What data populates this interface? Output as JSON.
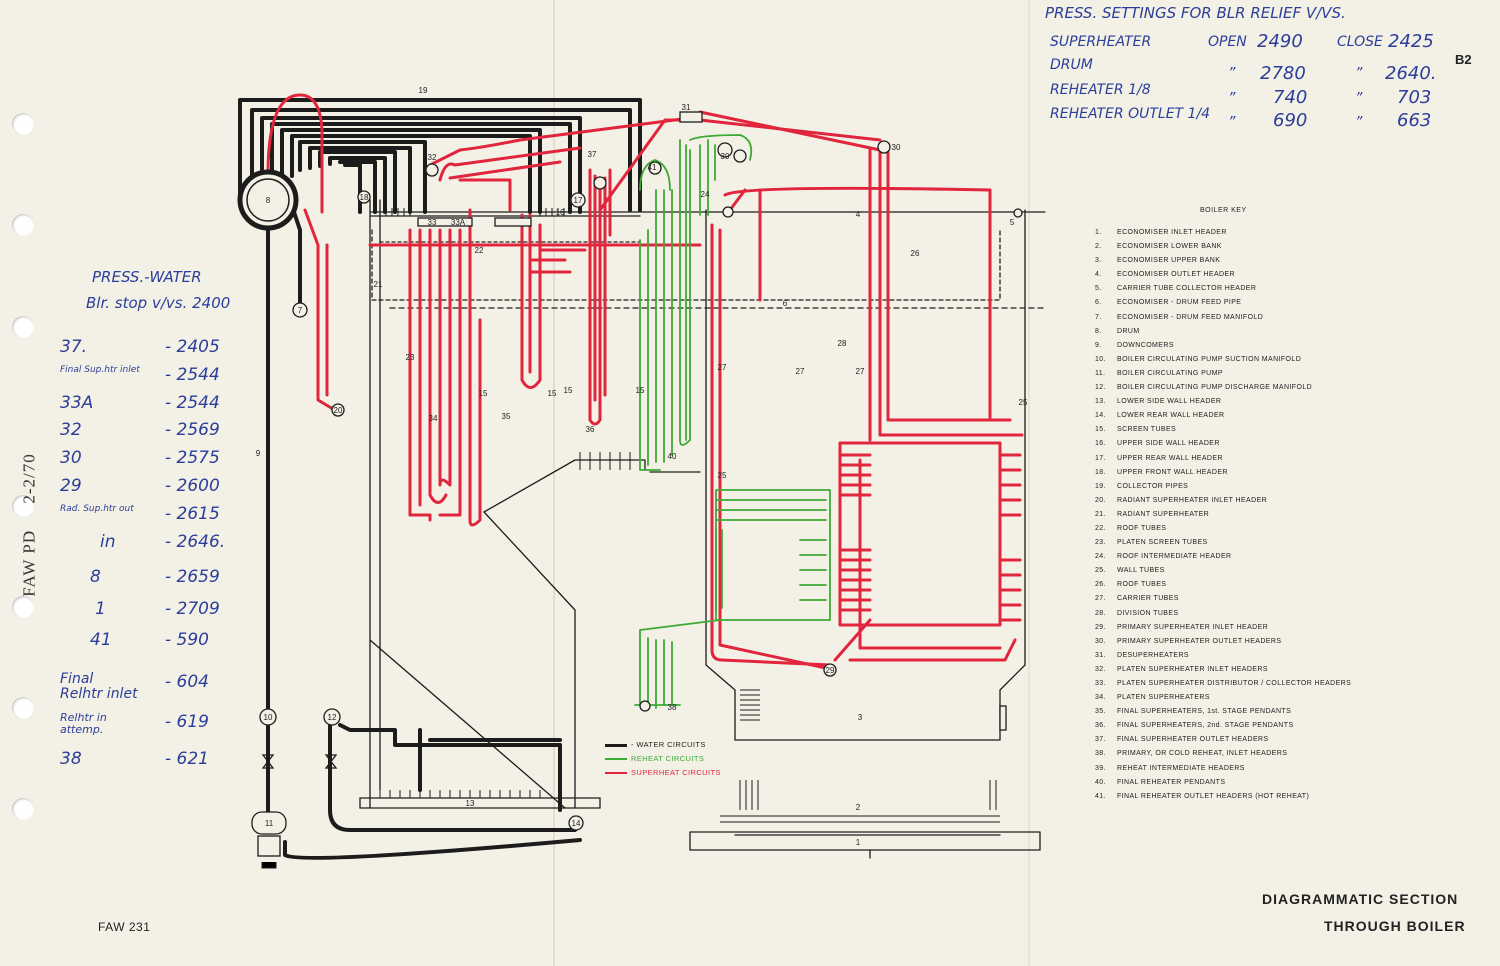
{
  "sheet_code": "B2",
  "form_number": "FAW 231",
  "side_stamp": "FAW PD     2-2/70",
  "title_line1": "DIAGRAMMATIC SECTION",
  "title_line2": "THROUGH BOILER",
  "press_settings": {
    "heading": "PRESS. SETTINGS FOR BLR RELIEF V/VS.",
    "rows": [
      {
        "name": "SUPERHEATER",
        "open_label": "OPEN",
        "open": "2490",
        "close_label": "CLOSE",
        "close": "2425"
      },
      {
        "name": "DRUM",
        "open_label": "„",
        "open": "2780",
        "close_label": "„",
        "close": "2640."
      },
      {
        "name": "REHEATER 1/8",
        "open_label": "„",
        "open": "740",
        "close_label": "„",
        "close": "703"
      },
      {
        "name": "REHEATER OUTLET 1/4",
        "open_label": "„",
        "open": "690",
        "close_label": "„",
        "close": "663"
      }
    ]
  },
  "press_water": {
    "title": "PRESS.-WATER",
    "subtitle": "Blr. stop v/vs. 2400",
    "entries": [
      {
        "label": "37.",
        "value": "- 2405"
      },
      {
        "label": "Final Sup.htr inlet",
        "value": "- 2544"
      },
      {
        "label": "33A",
        "value": "- 2544"
      },
      {
        "label": "32",
        "value": "- 2569"
      },
      {
        "label": "30",
        "value": "- 2575"
      },
      {
        "label": "29",
        "value": "- 2600"
      },
      {
        "label": "Rad. Sup.htr out",
        "value": "- 2615"
      },
      {
        "label": "in",
        "value": "- 2646."
      },
      {
        "label": "8",
        "value": "- 2659"
      },
      {
        "label": "1",
        "value": "- 2709"
      },
      {
        "label": "41",
        "value": "- 590"
      },
      {
        "label": "Final Relhtr inlet",
        "value": "- 604"
      },
      {
        "label": "Relhtr in attemp.",
        "value": "- 619"
      },
      {
        "label": "38",
        "value": "- 621"
      }
    ]
  },
  "legend": {
    "items": [
      {
        "label": "- WATER CIRCUITS",
        "color": "#1c1c1c"
      },
      {
        "label": "REHEAT CIRCUITS",
        "color": "#3daa35"
      },
      {
        "label": "SUPERHEAT CIRCUITS",
        "color": "#e0253c"
      }
    ]
  },
  "colors": {
    "water": "#1c1c1c",
    "reheat": "#3daa35",
    "superheat": "#e0253c",
    "ink": "#2b3e9a"
  },
  "boiler_key": {
    "title": "BOILER KEY",
    "items": [
      {
        "n": "1.",
        "label": "ECONOMISER INLET HEADER"
      },
      {
        "n": "2.",
        "label": "ECONOMISER LOWER BANK"
      },
      {
        "n": "3.",
        "label": "ECONOMISER UPPER BANK"
      },
      {
        "n": "4.",
        "label": "ECONOMISER OUTLET HEADER"
      },
      {
        "n": "5.",
        "label": "CARRIER TUBE COLLECTOR HEADER"
      },
      {
        "n": "6.",
        "label": "ECONOMISER - DRUM FEED PIPE"
      },
      {
        "n": "7.",
        "label": "ECONOMISER - DRUM FEED MANIFOLD"
      },
      {
        "n": "8.",
        "label": "DRUM"
      },
      {
        "n": "9.",
        "label": "DOWNCOMERS"
      },
      {
        "n": "10.",
        "label": "BOILER CIRCULATING PUMP SUCTION MANIFOLD"
      },
      {
        "n": "11.",
        "label": "BOILER CIRCULATING PUMP"
      },
      {
        "n": "12.",
        "label": "BOILER CIRCULATING PUMP DISCHARGE MANIFOLD"
      },
      {
        "n": "13.",
        "label": "LOWER SIDE WALL HEADER"
      },
      {
        "n": "14.",
        "label": "LOWER REAR WALL HEADER"
      },
      {
        "n": "15.",
        "label": "SCREEN TUBES"
      },
      {
        "n": "16.",
        "label": "UPPER SIDE WALL HEADER"
      },
      {
        "n": "17.",
        "label": "UPPER REAR WALL HEADER"
      },
      {
        "n": "18.",
        "label": "UPPER FRONT WALL HEADER"
      },
      {
        "n": "19.",
        "label": "COLLECTOR PIPES"
      },
      {
        "n": "20.",
        "label": "RADIANT SUPERHEATER INLET HEADER"
      },
      {
        "n": "21.",
        "label": "RADIANT SUPERHEATER"
      },
      {
        "n": "22.",
        "label": "ROOF TUBES"
      },
      {
        "n": "23.",
        "label": "PLATEN SCREEN TUBES"
      },
      {
        "n": "24.",
        "label": "ROOF INTERMEDIATE HEADER"
      },
      {
        "n": "25.",
        "label": "WALL TUBES"
      },
      {
        "n": "26.",
        "label": "ROOF TUBES"
      },
      {
        "n": "27.",
        "label": "CARRIER TUBES"
      },
      {
        "n": "28.",
        "label": "DIVISION TUBES"
      },
      {
        "n": "29.",
        "label": "PRIMARY SUPERHEATER INLET HEADER"
      },
      {
        "n": "30.",
        "label": "PRIMARY SUPERHEATER OUTLET HEADERS"
      },
      {
        "n": "31.",
        "label": "DESUPERHEATERS"
      },
      {
        "n": "32.",
        "label": "PLATEN SUPERHEATER INLET HEADERS"
      },
      {
        "n": "33.",
        "label": "PLATEN SUPERHEATER DISTRIBUTOR / COLLECTOR HEADERS"
      },
      {
        "n": "34.",
        "label": "PLATEN SUPERHEATERS"
      },
      {
        "n": "35.",
        "label": "FINAL SUPERHEATERS, 1st. STAGE PENDANTS"
      },
      {
        "n": "36.",
        "label": "FINAL SUPERHEATERS, 2nd. STAGE PENDANTS"
      },
      {
        "n": "37.",
        "label": "FINAL SUPERHEATER OUTLET HEADERS"
      },
      {
        "n": "38.",
        "label": "PRIMARY, OR COLD REHEAT, INLET HEADERS"
      },
      {
        "n": "39.",
        "label": "REHEAT INTERMEDIATE HEADERS"
      },
      {
        "n": "40.",
        "label": "FINAL REHEATER PENDANTS"
      },
      {
        "n": "41.",
        "label": "FINAL REHEATER OUTLET HEADERS (HOT REHEAT)"
      }
    ]
  },
  "diagram_labels": [
    "1",
    "2",
    "3",
    "4",
    "5",
    "6",
    "7",
    "8",
    "9",
    "10",
    "11",
    "12",
    "13",
    "14",
    "15",
    "15",
    "15",
    "15",
    "16",
    "17",
    "18",
    "19",
    "20",
    "21",
    "22",
    "23",
    "24",
    "25",
    "25",
    "26",
    "27",
    "27",
    "27",
    "28",
    "29",
    "30",
    "31",
    "32",
    "33",
    "33A",
    "34",
    "35",
    "36",
    "37",
    "38",
    "39",
    "40",
    "41"
  ]
}
